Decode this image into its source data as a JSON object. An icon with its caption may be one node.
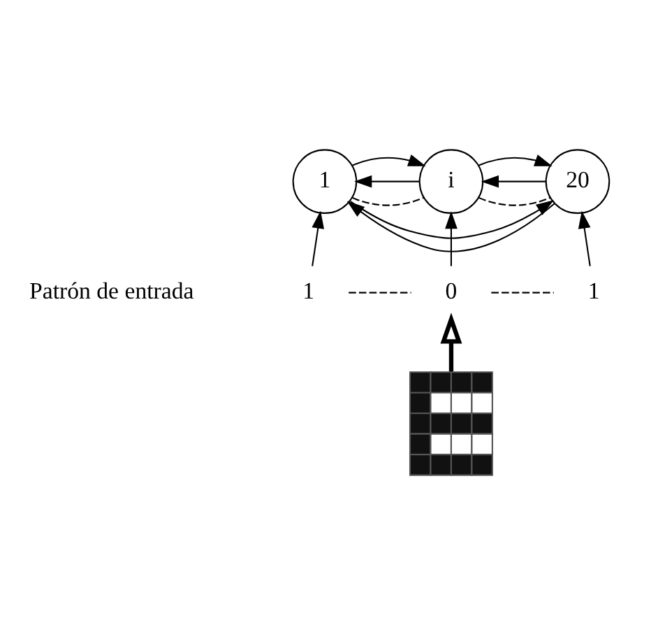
{
  "diagram": {
    "nodes": [
      {
        "text": [
          "1"
        ]
      },
      {
        "text": [
          "i"
        ]
      },
      {
        "text": [
          "20"
        ]
      },
      {
        "text": [
          "1"
        ]
      },
      {
        "text": [
          "0"
        ]
      },
      {
        "text": [
          "1"
        ]
      },
      {
        "text": [],
        "shape": "picture"
      }
    ],
    "edges": [
      {
        "from": 0,
        "to": 1,
        "arrow": "to"
      },
      {
        "from": 0,
        "to": 2,
        "arrow": "to"
      },
      {
        "from": 1,
        "to": 0,
        "arrow": "to"
      },
      {
        "from": 1,
        "to": 2,
        "arrow": "to"
      },
      {
        "from": 2,
        "to": 0,
        "arrow": "to"
      },
      {
        "from": 2,
        "to": 1,
        "arrow": "to"
      },
      {
        "from": 0,
        "to": 1,
        "arrow": "none",
        "style": "dashed"
      },
      {
        "from": 1,
        "to": 2,
        "arrow": "none",
        "style": "dashed"
      },
      {
        "from": 3,
        "to": 0,
        "arrow": "to"
      },
      {
        "from": 4,
        "to": 1,
        "arrow": "to"
      },
      {
        "from": 5,
        "to": 2,
        "arrow": "to"
      },
      {
        "from": 3,
        "to": 4,
        "arrow": "none",
        "style": "dashed"
      },
      {
        "from": 4,
        "to": 5,
        "arrow": "none",
        "style": "dashed"
      },
      {
        "from": 6,
        "to": 4,
        "arrow": "to",
        "style": "thick"
      }
    ],
    "labels": [
      "Patrón de entrada"
    ]
  }
}
